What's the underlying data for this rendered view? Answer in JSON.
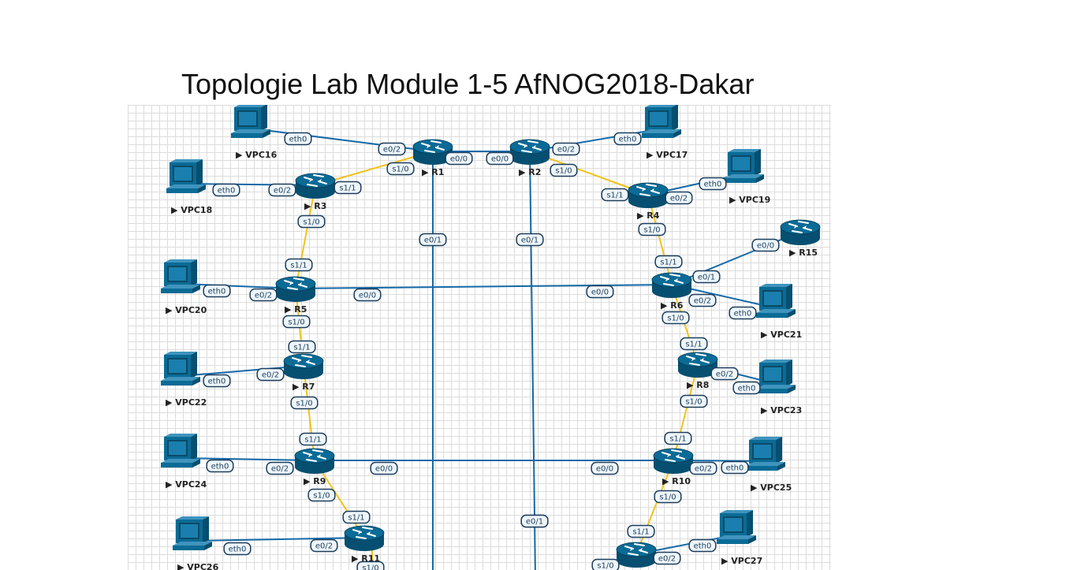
{
  "title": "Topologie Lab Module 1-5 AfNOG2018-Dakar",
  "colors": {
    "device": "#0a6b96",
    "device_dark": "#064f70",
    "ethernet_link": "#1569a8",
    "serial_link": "#f2c21b",
    "grid": "#dcdcdc"
  },
  "nodes": [
    {
      "id": "R1",
      "label": "R1",
      "type": "router"
    },
    {
      "id": "R2",
      "label": "R2",
      "type": "router"
    },
    {
      "id": "R3",
      "label": "R3",
      "type": "router"
    },
    {
      "id": "R4",
      "label": "R4",
      "type": "router"
    },
    {
      "id": "R5",
      "label": "R5",
      "type": "router"
    },
    {
      "id": "R6",
      "label": "R6",
      "type": "router"
    },
    {
      "id": "R7",
      "label": "R7",
      "type": "router"
    },
    {
      "id": "R8",
      "label": "R8",
      "type": "router"
    },
    {
      "id": "R9",
      "label": "R9",
      "type": "router"
    },
    {
      "id": "R10",
      "label": "R10",
      "type": "router"
    },
    {
      "id": "R11",
      "label": "R11",
      "type": "router"
    },
    {
      "id": "R12",
      "label": "",
      "type": "router"
    },
    {
      "id": "R15",
      "label": "R15",
      "type": "router"
    },
    {
      "id": "VPC16",
      "label": "VPC16",
      "type": "pc"
    },
    {
      "id": "VPC17",
      "label": "VPC17",
      "type": "pc"
    },
    {
      "id": "VPC18",
      "label": "VPC18",
      "type": "pc"
    },
    {
      "id": "VPC19",
      "label": "VPC19",
      "type": "pc"
    },
    {
      "id": "VPC20",
      "label": "VPC20",
      "type": "pc"
    },
    {
      "id": "VPC21",
      "label": "VPC21",
      "type": "pc"
    },
    {
      "id": "VPC22",
      "label": "VPC22",
      "type": "pc"
    },
    {
      "id": "VPC23",
      "label": "VPC23",
      "type": "pc"
    },
    {
      "id": "VPC24",
      "label": "VPC24",
      "type": "pc"
    },
    {
      "id": "VPC25",
      "label": "VPC25",
      "type": "pc"
    },
    {
      "id": "VPC26",
      "label": "VPC26",
      "type": "pc"
    },
    {
      "id": "VPC27",
      "label": "VPC27",
      "type": "pc"
    }
  ],
  "links": [
    {
      "a": "R1",
      "b": "R2",
      "kind": "ethernet",
      "a_if": "e0/0",
      "b_if": "e0/0"
    },
    {
      "a": "R1",
      "b": "VPC16",
      "kind": "ethernet",
      "a_if": "e0/2",
      "b_if": "eth0"
    },
    {
      "a": "R2",
      "b": "VPC17",
      "kind": "ethernet",
      "a_if": "e0/2",
      "b_if": "eth0"
    },
    {
      "a": "R1",
      "b": "R3",
      "kind": "serial",
      "a_if": "s1/0",
      "b_if": "s1/1"
    },
    {
      "a": "R2",
      "b": "R4",
      "kind": "serial",
      "a_if": "s1/0",
      "b_if": "s1/1"
    },
    {
      "a": "R3",
      "b": "VPC18",
      "kind": "ethernet",
      "a_if": "e0/2",
      "b_if": "eth0"
    },
    {
      "a": "R4",
      "b": "VPC19",
      "kind": "ethernet",
      "a_if": "e0/2",
      "b_if": "eth0"
    },
    {
      "a": "R1",
      "b": "R12",
      "kind": "ethernet",
      "a_if": "e0/1",
      "b_if": "e0/1"
    },
    {
      "a": "R2",
      "b": "R11",
      "kind": "ethernet",
      "a_if": "e0/1",
      "b_if": "e0/1"
    },
    {
      "a": "R3",
      "b": "R5",
      "kind": "serial",
      "a_if": "s1/0",
      "b_if": "s1/1"
    },
    {
      "a": "R4",
      "b": "R6",
      "kind": "serial",
      "a_if": "s1/0",
      "b_if": "s1/1"
    },
    {
      "a": "R6",
      "b": "R15",
      "kind": "ethernet",
      "a_if": "e0/1",
      "b_if": "e0/0"
    },
    {
      "a": "R5",
      "b": "R6",
      "kind": "ethernet",
      "a_if": "e0/0",
      "b_if": "e0/0"
    },
    {
      "a": "R5",
      "b": "VPC20",
      "kind": "ethernet",
      "a_if": "e0/2",
      "b_if": "eth0"
    },
    {
      "a": "R6",
      "b": "VPC21",
      "kind": "ethernet",
      "a_if": "e0/2",
      "b_if": "eth0"
    },
    {
      "a": "R5",
      "b": "R7",
      "kind": "serial",
      "a_if": "s1/0",
      "b_if": "s1/1"
    },
    {
      "a": "R6",
      "b": "R8",
      "kind": "serial",
      "a_if": "s1/0",
      "b_if": "s1/1"
    },
    {
      "a": "R7",
      "b": "VPC22",
      "kind": "ethernet",
      "a_if": "e0/2",
      "b_if": "eth0"
    },
    {
      "a": "R8",
      "b": "VPC23",
      "kind": "ethernet",
      "a_if": "e0/2",
      "b_if": "eth0"
    },
    {
      "a": "R7",
      "b": "R9",
      "kind": "serial",
      "a_if": "s1/0",
      "b_if": "s1/1"
    },
    {
      "a": "R8",
      "b": "R10",
      "kind": "serial",
      "a_if": "s1/0",
      "b_if": "s1/1"
    },
    {
      "a": "R9",
      "b": "VPC24",
      "kind": "ethernet",
      "a_if": "e0/2",
      "b_if": "eth0"
    },
    {
      "a": "R10",
      "b": "VPC25",
      "kind": "ethernet",
      "a_if": "e0/2",
      "b_if": "eth0"
    },
    {
      "a": "R9",
      "b": "R10",
      "kind": "ethernet",
      "a_if": "e0/0",
      "b_if": "e0/0"
    },
    {
      "a": "R9",
      "b": "R11",
      "kind": "serial",
      "a_if": "s1/0",
      "b_if": "s1/1"
    },
    {
      "a": "R10",
      "b": "R12",
      "kind": "serial",
      "a_if": "s1/0",
      "b_if": "s1/1"
    },
    {
      "a": "R11",
      "b": "VPC26",
      "kind": "ethernet",
      "a_if": "e0/2",
      "b_if": "eth0"
    },
    {
      "a": "R12",
      "b": "VPC27",
      "kind": "ethernet",
      "a_if": "e0/2",
      "b_if": "eth0"
    },
    {
      "a": "R11",
      "b": "",
      "kind": "serial",
      "a_if": "s1/0",
      "b_if": ""
    },
    {
      "a": "R12",
      "b": "",
      "kind": "serial",
      "a_if": "s1/0",
      "b_if": ""
    }
  ]
}
